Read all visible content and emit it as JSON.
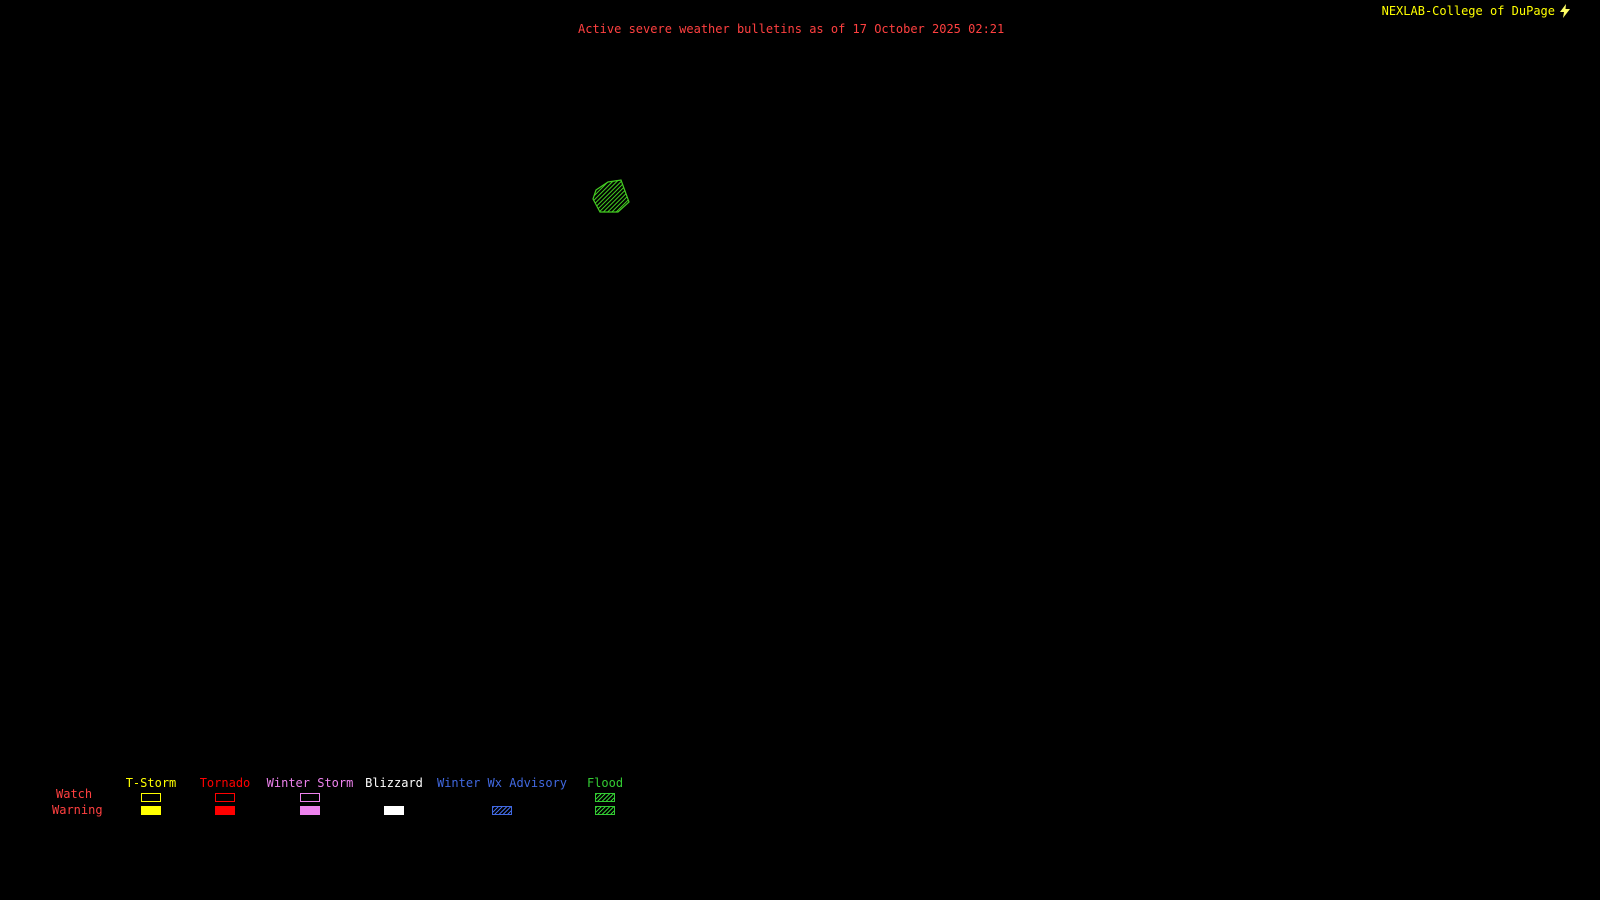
{
  "header": {
    "brand": "NEXLAB-College of DuPage",
    "brand_color": "#ffff00",
    "logo_icon": "lightning-bolt",
    "logo_icon_color": "#ffff66",
    "title": "Active severe weather bulletins as of 17 October 2025 02:21",
    "title_color": "#ff4040"
  },
  "map": {
    "background_color": "#000000",
    "alert_polygons": [
      {
        "name": "flood-watch-area",
        "type": "Flood Watch",
        "color": "#44cc22",
        "style": "hatched"
      }
    ]
  },
  "legend": {
    "watch_label": "Watch",
    "warning_label": "Warning",
    "row_label_color": "#ff4040",
    "columns": [
      {
        "label": "T-Storm",
        "color": "#ffff00",
        "watch": "outline",
        "warning": "filled"
      },
      {
        "label": "Tornado",
        "color": "#ff0000",
        "watch": "outline",
        "warning": "filled"
      },
      {
        "label": "Winter Storm",
        "color": "#ee82ee",
        "watch": "outline",
        "warning": "filled"
      },
      {
        "label": "Blizzard",
        "color": "#ffffff",
        "watch": "none",
        "warning": "filled"
      },
      {
        "label": "Winter Wx Advisory",
        "color": "#4169e1",
        "watch": "none",
        "warning": "hatched"
      },
      {
        "label": "Flood",
        "color": "#33cc33",
        "watch": "hatched",
        "warning": "hatched"
      }
    ]
  }
}
